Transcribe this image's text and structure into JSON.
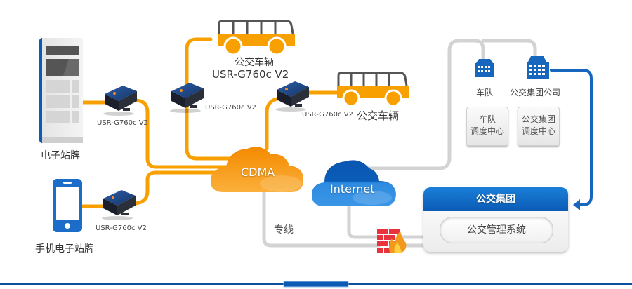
{
  "diagram": {
    "nodes": {
      "sign_station": {
        "label": "电子站牌"
      },
      "mobile_sign": {
        "label": "手机电子站牌"
      },
      "bus_top": {
        "label": "公交车辆",
        "device_label": "USR-G760c V2"
      },
      "bus_right": {
        "label": "公交车辆"
      },
      "device_sign": {
        "label": "USR-G760c V2"
      },
      "device_mobile": {
        "label": "USR-G760c V2"
      },
      "device_bus_top": {
        "label": "USR-G760c V2"
      },
      "device_bus_right": {
        "label": "USR-G760c V2"
      },
      "cdma": {
        "label": "CDMA"
      },
      "internet": {
        "label": "Internet"
      },
      "dedicated_line": {
        "label": "专线"
      },
      "fleet": {
        "label": "车队"
      },
      "bus_company": {
        "label": "公交集团公司"
      },
      "fleet_dispatch": {
        "line1": "车队",
        "line2": "调度中心"
      },
      "group_dispatch": {
        "line1": "公交集团",
        "line2": "调度中心"
      },
      "bus_group": {
        "label": "公交集团"
      },
      "mgmt_system": {
        "label": "公交管理系统"
      }
    },
    "colors": {
      "orange": "#F7A000",
      "blue": "#0B5BB5",
      "gray_line": "#D0D0D0",
      "firewall_red": "#E8333E",
      "bottom_rule": "#0B4FA0"
    }
  }
}
